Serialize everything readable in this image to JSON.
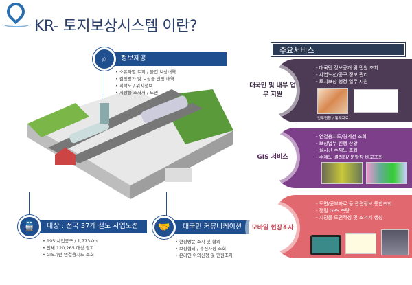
{
  "title": "KR- 토지보상시스템 이란?",
  "info": {
    "heading": "정보제공",
    "items": [
      "소유자별 토지 / 물건 보상내역",
      "감정평가 및 보상금 산정 내역",
      "지적도 / 위치정보",
      "지장물 조서서 / 도면"
    ]
  },
  "target": {
    "heading": "대상 : 전국 37개 철도 사업노선",
    "items": [
      "195 사업공구 / 1,773Km",
      "전체 120,265 대상 필지",
      "GIS기반 연결용지도 조회"
    ]
  },
  "communication": {
    "heading": "대국민 커뮤니케이션",
    "items": [
      "현장방문 조사 및 협의",
      "보상협의 / 추진사항 조회",
      "온라인 이의신청 및 민원조치"
    ]
  },
  "services": {
    "heading": "주요서비스",
    "panels": [
      {
        "name": "대국민 및 내부 업무 지원",
        "items": [
          "- 대국민 정보공개 및 민원 조치",
          "- 사업노선/공구 정보 관리",
          "- 토지보상 행정 업무 지원"
        ],
        "caption": "업무현황 / 통계자료",
        "color": "#4d3a55"
      },
      {
        "name": "GIS 서비스",
        "items": [
          "- 연결용지도/경계선 조회",
          "- 보상업무 진행 상황",
          "- 실시간 주제도 조회",
          "- 주제도 갤러리/ 분할창 비교조회"
        ],
        "color": "#7e3f8a"
      },
      {
        "name": "모바일 현장조사",
        "items": [
          "- 도면/공부자료 등 관련정보 통합조회",
          "- 정밀 GPS 측량",
          "- 지장물 도면작성 및 조서서 생성"
        ],
        "color": "#e2686f"
      }
    ]
  }
}
